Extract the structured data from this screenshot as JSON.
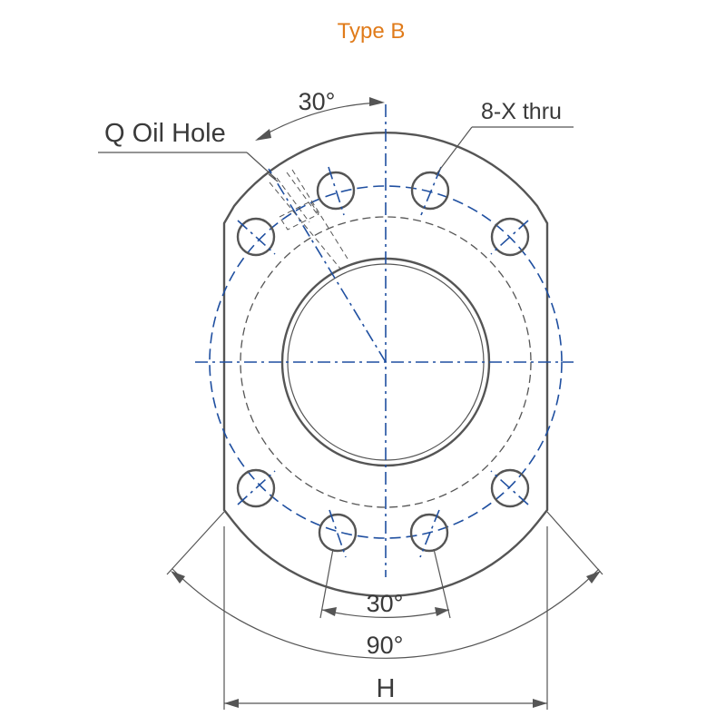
{
  "title": "Type B",
  "colors": {
    "title": "#e07b1a",
    "outline": "#555555",
    "centerline": "#1f4fa0"
  },
  "labels": {
    "oil_hole": "Q Oil Hole",
    "holes": "8-X thru",
    "angle_top": "30°",
    "angle_bottom": "30°",
    "angle_wide": "90°",
    "width": "H"
  }
}
